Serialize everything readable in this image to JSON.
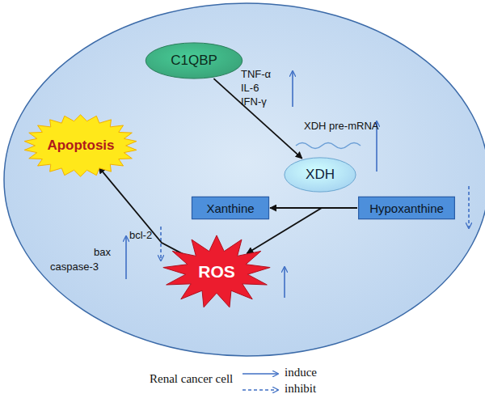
{
  "diagram": {
    "nodes": [
      {
        "text": [
          "C1QBP"
        ]
      },
      {
        "text": [
          "XDH"
        ]
      },
      {
        "text": [
          "Xanthine"
        ]
      },
      {
        "text": [
          "Hypoxanthine"
        ]
      },
      {
        "text": [
          "ROS"
        ]
      },
      {
        "text": [
          "Apoptosis"
        ]
      }
    ],
    "edges": [
      {
        "from": 0,
        "to": 1,
        "arrow": "to"
      },
      {
        "from": 3,
        "to": 2,
        "arrow": "to"
      },
      {
        "from": 3,
        "to": 4,
        "arrow": "to"
      },
      {
        "from": 4,
        "to": 5,
        "arrow": "to"
      }
    ],
    "labels": [
      "TNF-α",
      "IL-6",
      "IFN-γ",
      "XDH pre-mRNA",
      "bcl-2",
      "bax",
      "caspase-3",
      "Renal cancer cell"
    ],
    "legend": [
      {
        "text": "induce"
      },
      {
        "text": "inhibit"
      }
    ]
  }
}
